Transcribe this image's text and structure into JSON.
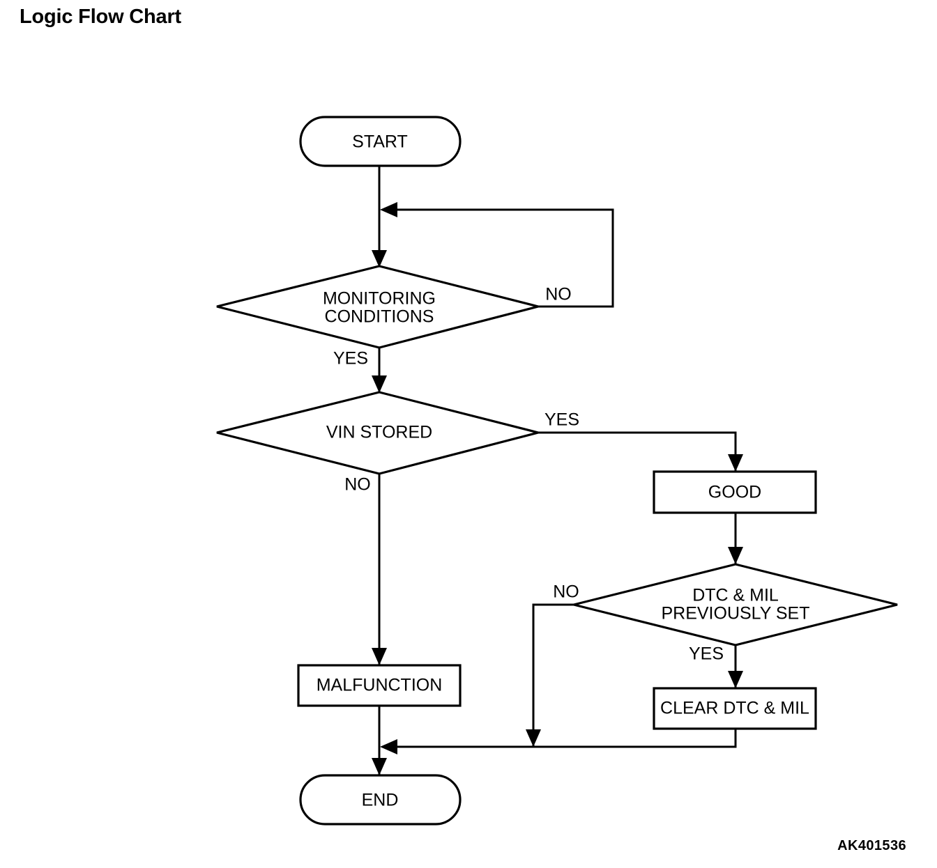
{
  "page": {
    "title": "Logic Flow Chart",
    "figure_code": "AK401536",
    "background_color": "#ffffff",
    "line_color": "#000000"
  },
  "chart_data": {
    "type": "diagram",
    "diagram_kind": "flowchart",
    "title": "Logic Flow Chart",
    "nodes": [
      {
        "id": "start",
        "shape": "terminator",
        "label": "START"
      },
      {
        "id": "monitoring",
        "shape": "decision",
        "label": "MONITORING CONDITIONS",
        "label_line1": "MONITORING",
        "label_line2": "CONDITIONS"
      },
      {
        "id": "vin",
        "shape": "decision",
        "label": "VIN STORED"
      },
      {
        "id": "good",
        "shape": "process",
        "label": "GOOD"
      },
      {
        "id": "dtcmil",
        "shape": "decision",
        "label": "DTC & MIL PREVIOUSLY SET",
        "label_line1": "DTC & MIL",
        "label_line2": "PREVIOUSLY SET"
      },
      {
        "id": "malfunction",
        "shape": "process",
        "label": "MALFUNCTION"
      },
      {
        "id": "clear",
        "shape": "process",
        "label": "CLEAR DTC & MIL"
      },
      {
        "id": "end",
        "shape": "terminator",
        "label": "END"
      }
    ],
    "edges": [
      {
        "from": "start",
        "to": "monitoring",
        "label": ""
      },
      {
        "from": "monitoring",
        "to": "monitoring",
        "label": "NO"
      },
      {
        "from": "monitoring",
        "to": "vin",
        "label": "YES"
      },
      {
        "from": "vin",
        "to": "good",
        "label": "YES"
      },
      {
        "from": "vin",
        "to": "malfunction",
        "label": "NO"
      },
      {
        "from": "good",
        "to": "dtcmil",
        "label": ""
      },
      {
        "from": "dtcmil",
        "to": "end",
        "label": "NO"
      },
      {
        "from": "dtcmil",
        "to": "clear",
        "label": "YES"
      },
      {
        "from": "clear",
        "to": "end",
        "label": ""
      },
      {
        "from": "malfunction",
        "to": "end",
        "label": ""
      }
    ],
    "edge_labels": {
      "monitoring_no": "NO",
      "monitoring_yes": "YES",
      "vin_yes": "YES",
      "vin_no": "NO",
      "dtcmil_no": "NO",
      "dtcmil_yes": "YES"
    }
  }
}
